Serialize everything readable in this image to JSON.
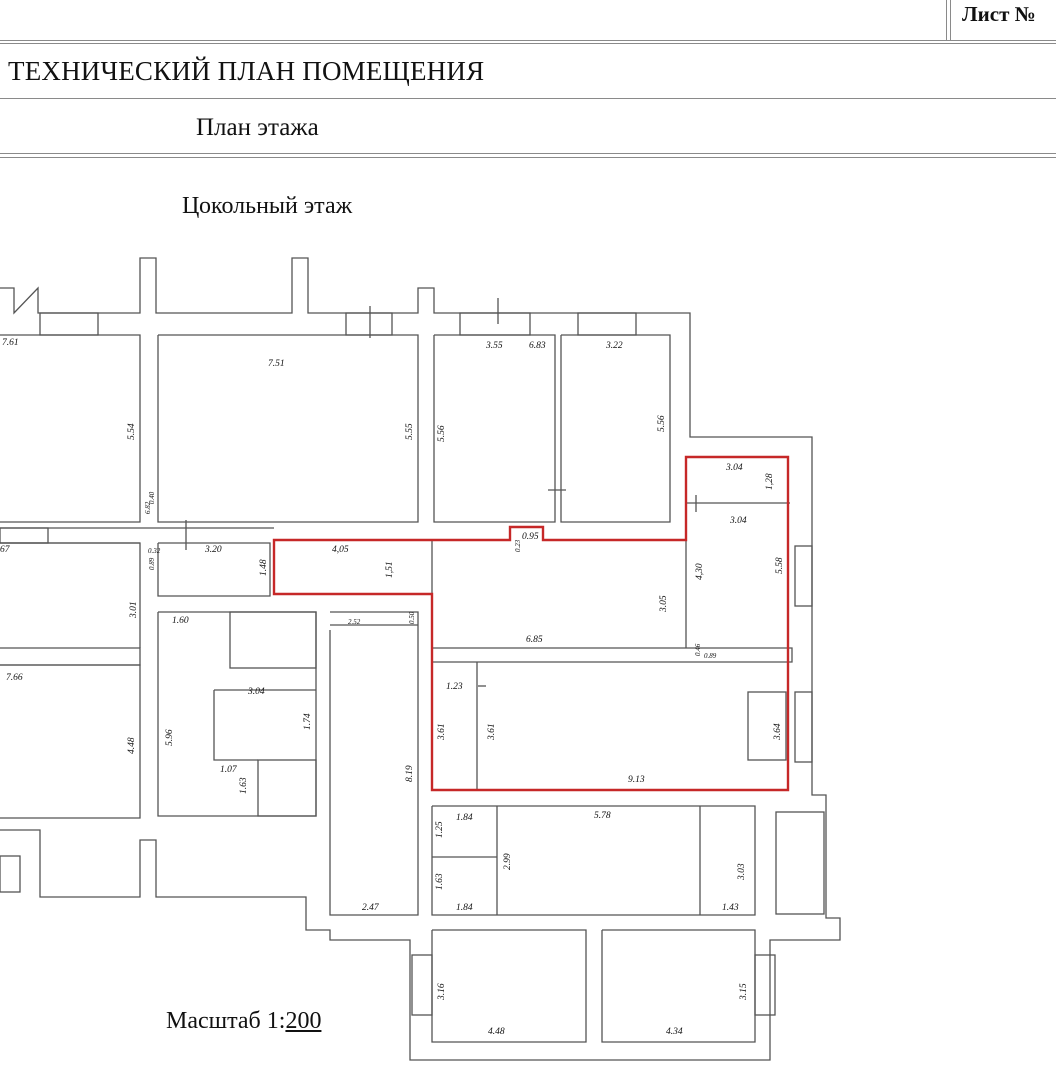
{
  "header": {
    "sheet_label": "Лист №",
    "title": "ТЕХНИЧЕСКИЙ ПЛАН ПОМЕЩЕНИЯ",
    "subtitle": "План этажа"
  },
  "plan": {
    "floor_title": "Цокольный этаж",
    "scale_prefix": "Масштаб 1:",
    "scale_value": "200",
    "highlight_color": "#c62828",
    "wall_color": "#555555",
    "dimensions": {
      "d761": "7.61",
      "d751": "7.51",
      "d355": "3.55",
      "d683": "6.83",
      "d322": "3.22",
      "d554": "5.54",
      "d555": "5.55",
      "d556a": "5.56",
      "d556b": "5.56",
      "d040": "0.40",
      "d682": "6.82",
      "d067": "67",
      "d032": "0.32",
      "d089": "0.89",
      "d320": "3.20",
      "d148": "1.48",
      "d405": "4,05",
      "d151": "1,51",
      "d023": "0.23",
      "d095": "0.95",
      "d304a": "3.04",
      "d128": "1,28",
      "d304b": "3.04",
      "d430": "4,30",
      "d558": "5.58",
      "d305": "3.05",
      "d685": "6.85",
      "d046": "0.46",
      "d089b": "0.89",
      "d301": "3.01",
      "d160": "1.60",
      "d252": "2.52",
      "d050": "0.50",
      "d766": "7.66",
      "d304c": "3.04",
      "d174": "1.74",
      "d596": "5.96",
      "d448a": "4.48",
      "d107": "1.07",
      "d163a": "1.63",
      "d819": "8.19",
      "d123": "1.23",
      "d361a": "3.61",
      "d361b": "3.61",
      "d913": "9.13",
      "d364": "3.64",
      "d184a": "1.84",
      "d578": "5.78",
      "d125": "1.25",
      "d299": "2.99",
      "d303": "3.03",
      "d163b": "1.63",
      "d184b": "1.84",
      "d143": "1.43",
      "d247": "2.47",
      "d316": "3.16",
      "d448b": "4.48",
      "d434": "4.34",
      "d315": "3.15"
    }
  }
}
